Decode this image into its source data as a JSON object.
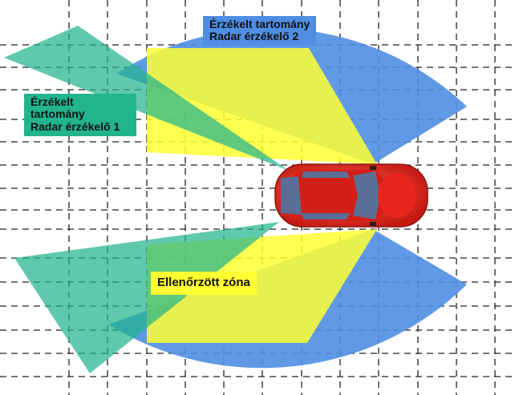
{
  "labels": {
    "sensor2_line1": "Érzékelt tartomány",
    "sensor2_line2": "Radar érzékelő 2",
    "sensor1_line1": "Érzékelt",
    "sensor1_line2": "tartomány",
    "sensor1_line3": "Radar érzékelő 1",
    "zone": "Ellenőrzött zóna"
  },
  "colors": {
    "background": "#ffffff",
    "grid_line": "#222222",
    "blue_range": "#4f8ee3",
    "green_range": "#22b48e",
    "yellow_zone": "#ffff33",
    "car_body": "#e8241b",
    "car_glass": "#5a6e96"
  }
}
